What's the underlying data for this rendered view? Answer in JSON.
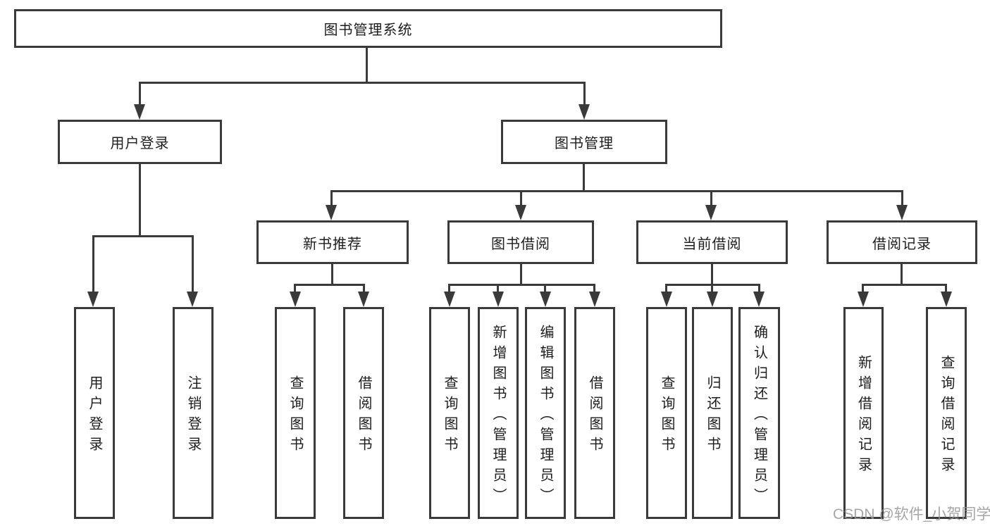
{
  "tree": {
    "root": "图书管理系统",
    "branches": [
      {
        "label": "用户登录",
        "children": [
          {
            "label": "用户登录"
          },
          {
            "label": "注销登录"
          }
        ]
      },
      {
        "label": "图书管理",
        "children": [
          {
            "label": "新书推荐",
            "children": [
              {
                "label": "查询图书"
              },
              {
                "label": "借阅图书"
              }
            ]
          },
          {
            "label": "图书借阅",
            "children": [
              {
                "label": "查询图书"
              },
              {
                "label": "新增图书（管理员）"
              },
              {
                "label": "编辑图书（管理员）"
              },
              {
                "label": "借阅图书"
              }
            ]
          },
          {
            "label": "当前借阅",
            "children": [
              {
                "label": "查询图书"
              },
              {
                "label": "归还图书"
              },
              {
                "label": "确认归还（管理员）"
              }
            ]
          },
          {
            "label": "借阅记录",
            "children": [
              {
                "label": "新增借阅记录"
              },
              {
                "label": "查询借阅记录"
              }
            ]
          }
        ]
      }
    ]
  },
  "watermark": "CSDN @软件_小贺同学",
  "colors": {
    "line": "#3a3a3a",
    "text": "#1d1d1d",
    "background": "#ffffff",
    "watermark": "#969696"
  }
}
